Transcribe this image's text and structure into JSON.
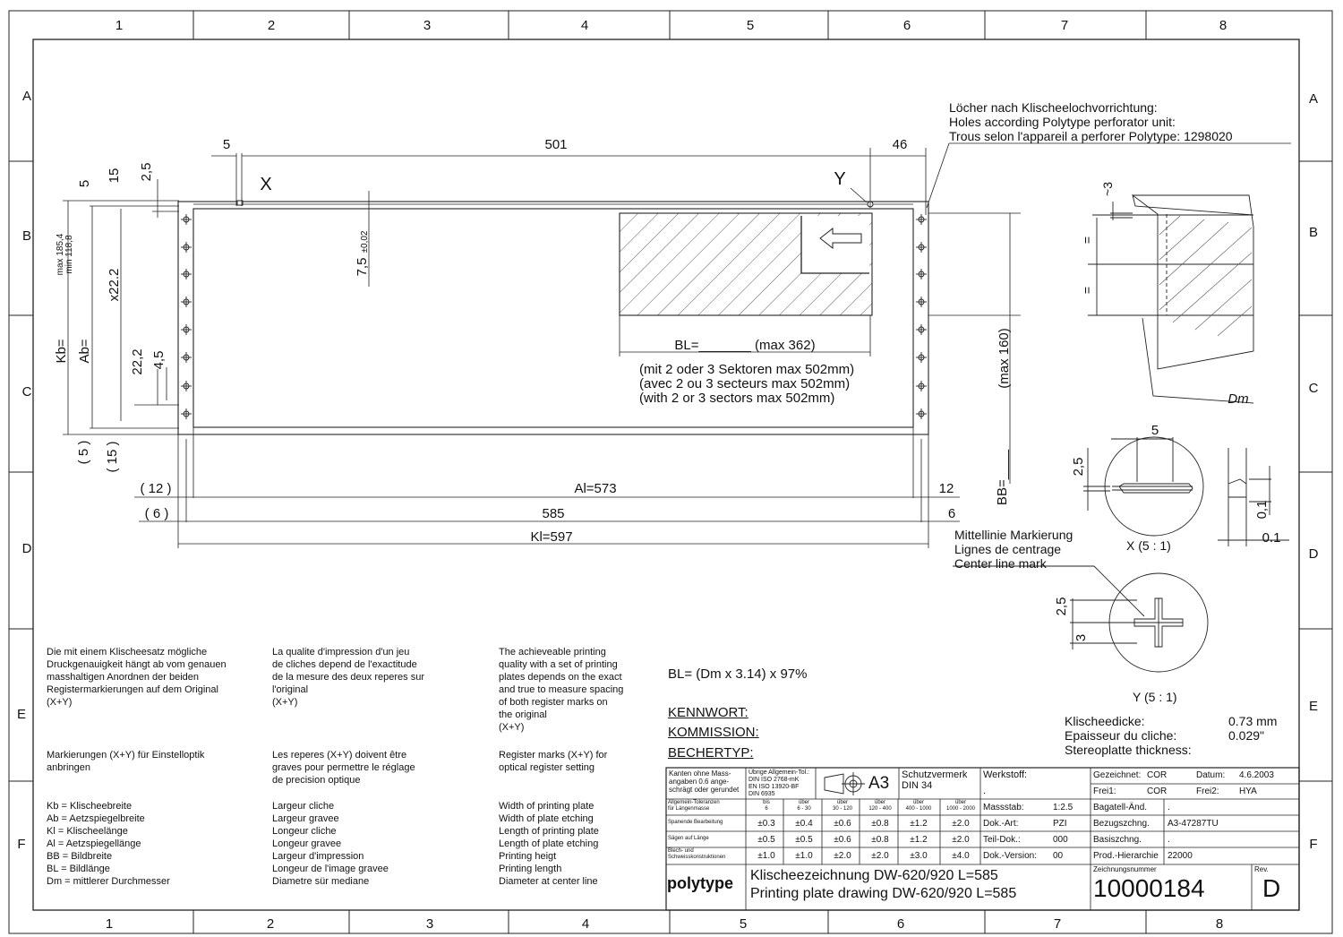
{
  "grid": {
    "columns": [
      "1",
      "2",
      "3",
      "4",
      "5",
      "6",
      "7",
      "8"
    ],
    "rows": [
      "A",
      "B",
      "C",
      "D",
      "E",
      "F"
    ]
  },
  "dims": {
    "top5": "5",
    "top501": "501",
    "top46": "46",
    "v5": "5",
    "v15": "15",
    "v25": "2,5",
    "max185": "max 185,4",
    "min118": "min 118,8",
    "kb": "Kb=",
    "ab": "Ab=",
    "x222": "x22.2",
    "d222": "22,2",
    "d45": "4,5",
    "p5": "( 5 )",
    "p15": "( 15 )",
    "d75": "7,5",
    "tol002": "±0,02",
    "p12l": "( 12 )",
    "al": "Al=573",
    "n12r": "12",
    "p6l": "( 6 )",
    "n585": "585",
    "n6r": "6",
    "kl": "Kl=597",
    "bl": "BL=_______ (max 362)",
    "max160": "(max 160)",
    "bb": "BB=____",
    "mark_x": "X",
    "mark_y": "Y",
    "tilde3": "~3",
    "eq1": "=",
    "eq2": "=",
    "dm": "Dm",
    "dx5": "5",
    "dx25": "2,5",
    "d01v": "0,1",
    "d01h": "0.1",
    "dy25": "2,5",
    "dy3": "3"
  },
  "labels": {
    "holes": "Löcher nach Klischeelochvorrichtung:\nHoles according Polytype perforator unit:\nTrous selon l'appareil a perforer Polytype: 1298020",
    "sectors": "(mit 2 oder 3 Sektoren max 502mm)\n(avec 2 ou 3 secteurs max 502mm)\n(with 2 or 3 sectors max 502mm)",
    "centerline": "Mittellinie Markierung\nLignes de centrage\nCenter line mark",
    "detail_x": "X (5 : 1)",
    "detail_y": "Y (5 : 1)",
    "formula": "BL= (Dm x 3.14) x 97%",
    "kennwort": "KENNWORT:",
    "kommission": "KOMMISSION:",
    "bechertyp": "BECHERTYP:",
    "thickness_label": "Klischeedicke:\nEpaisseur du cliche:\nStereoplatte thickness:",
    "thickness_value": "0.73 mm\n0.029\""
  },
  "notes": {
    "de1": "Die mit einem Klischeesatz mögliche\nDruckgenauigkeit hängt ab vom genauen\nmasshaltigen Anordnen der beiden\nRegistermarkierungen auf dem Original\n(X+Y)",
    "fr1": "La qualite d'impression d'un jeu\nde cliches depend de l'exactitude\nde la mesure des deux reperes sur\nl'original\n(X+Y)",
    "en1": "The achieveable printing\nquality with a set of printing\nplates depends on the exact\nand true to measure spacing\nof both register marks on\nthe original\n(X+Y)",
    "de2": "Markierungen (X+Y) für Einstelloptik\nanbringen",
    "fr2": "Les reperes (X+Y) doivent être\ngraves pour permettre le réglage\nde precision optique",
    "en2": "Register marks (X+Y) for\noptical register setting",
    "de3": "Kb = Klischeebreite\nAb = Aetzspiegelbreite\nKl = Klischeelänge\nAl = Aetzspiegellänge\nBB = Bildbreite\nBL = Bildlänge\nDm = mittlerer Durchmesser",
    "fr3": "Largeur cliche\nLargeur gravee\nLongeur cliche\nLongeur gravee\nLargeur d'impression\nLongeur de l'image gravee\nDiametre sür mediane",
    "en3": "Width of printing plate\nWidth of plate etching\nLength of printing plate\nLength of plate etching\nPrinting heigt\nPrinting length\nDiameter at center line"
  },
  "title_block": {
    "tol_note": "Kanten ohne Mass-\nangaben 0.6 ange-\nschrägt oder gerundet",
    "std": "Übrige Allgemein-Tol.:\nDIN ISO 2768-mK\nEN ISO 13920-BF\nDIN 6935",
    "format": "A3",
    "schutz": "Schutzvermerk\nDIN 34",
    "werkstoff": "Werkstoff:",
    "werkstoff_val": ".",
    "tol_head": "Allgemein-Toleranzen\nfür Längenmasse",
    "ranges": [
      "bis\n6",
      "über\n6 - 30",
      "über\n30 - 120",
      "über\n120 - 400",
      "über\n400 - 1000",
      "über\n1000 - 2000"
    ],
    "tol_rows": [
      {
        "label": "Spanende Bearbeitung",
        "vals": [
          "±0.3",
          "±0.4",
          "±0.6",
          "±0.8",
          "±1.2",
          "±2.0"
        ]
      },
      {
        "label": "Sägen auf Länge",
        "vals": [
          "±0.5",
          "±0.5",
          "±0.6",
          "±0.8",
          "±1.2",
          "±2.0"
        ]
      },
      {
        "label": "Blech- und\nSchweisskonstruktionen",
        "vals": [
          "±1.0",
          "±1.0",
          "±2.0",
          "±2.0",
          "±3.0",
          "±4.0"
        ]
      }
    ],
    "massstab_label": "Massstab:",
    "massstab": "1:2.5",
    "dokart_label": "Dok.-Art:",
    "dokart": "PZI",
    "teildok_label": "Teil-Dok.:",
    "teildok": "000",
    "dokver_label": "Dok.-Version:",
    "dokver": "00",
    "gezeichnet_label": "Gezeichnet:",
    "gezeichnet": "COR",
    "datum_label": "Datum:",
    "datum": "4.6.2003",
    "frei1_label": "Frei1:",
    "frei1": "COR",
    "frei2_label": "Frei2:",
    "frei2": "HYA",
    "bagatell": "Bagatell-Änd.",
    "bagatell_val": ".",
    "bezug_label": "Bezugszchng.",
    "bezug": "A3-47287TU",
    "basis_label": "Basiszchng.",
    "basis_val": ".",
    "prodh_label": "Prod.-Hierarchie",
    "prodh": "22000",
    "logo": "polytype",
    "title1": "Klischeezeichnung DW-620/920 L=585",
    "title2": "Printing plate drawing DW-620/920 L=585",
    "znr_label": "Zeichnungsnummer",
    "znr": "10000184",
    "rev_label": "Rev.",
    "rev": "D"
  }
}
